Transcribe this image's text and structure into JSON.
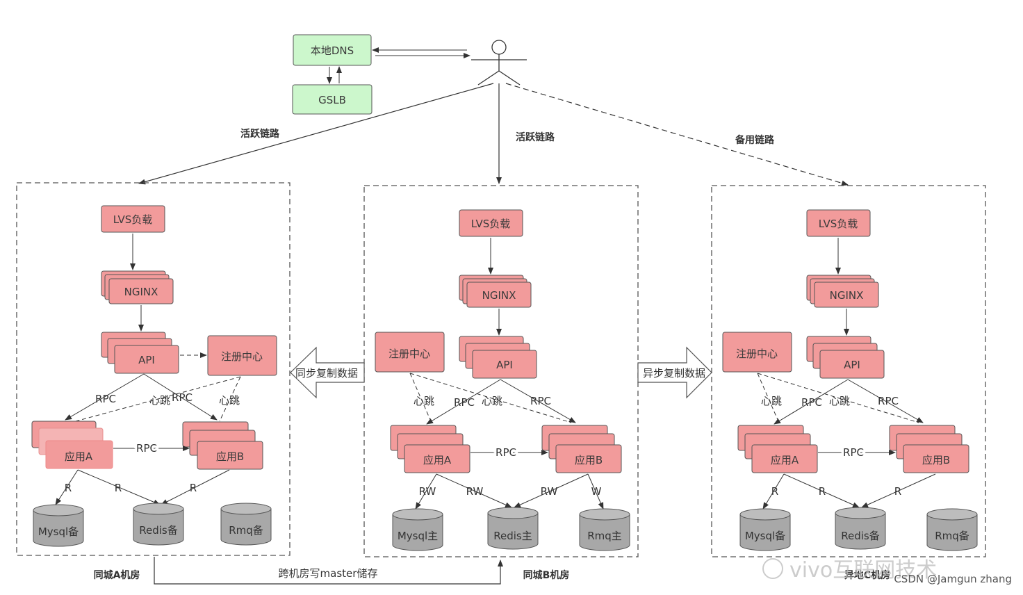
{
  "top": {
    "dns": "本地DNS",
    "gslb": "GSLB",
    "link_a": "活跃链路",
    "link_b": "活跃链路",
    "link_c": "备用链路"
  },
  "sync": {
    "ab": "同步复制数据",
    "bc": "异步复制数据"
  },
  "zones": [
    {
      "label": "同城A机房",
      "lvs": "LVS负载",
      "nginx": "NGINX",
      "api": "API",
      "registry": "注册中心",
      "app_a": "应用A",
      "app_b": "应用B",
      "db1": "Mysql备",
      "db2": "Redis备",
      "db3": "Rmq备",
      "rpc_api_a": "RPC",
      "rpc_api_b": "RPC",
      "hb_a": "心跳",
      "hb_b": "心跳",
      "rpc_ab": "RPC",
      "r1": "R",
      "r2": "R",
      "r3": "R"
    },
    {
      "label": "同城B机房",
      "lvs": "LVS负载",
      "nginx": "NGINX",
      "api": "API",
      "registry": "注册中心",
      "app_a": "应用A",
      "app_b": "应用B",
      "db1": "Mysql主",
      "db2": "Redis主",
      "db3": "Rmq主",
      "rpc_api_a": "RPC",
      "rpc_api_b": "RPC",
      "hb_a": "心跳",
      "hb_b": "心跳",
      "rpc_ab": "RPC",
      "r1": "RW",
      "r2": "RW",
      "r3": "RW",
      "r4": "W"
    },
    {
      "label": "异地C机房",
      "lvs": "LVS负载",
      "nginx": "NGINX",
      "api": "API",
      "registry": "注册中心",
      "app_a": "应用A",
      "app_b": "应用B",
      "db1": "Mysql备",
      "db2": "Redis备",
      "db3": "Rmq备",
      "rpc_api_a": "RPC",
      "rpc_api_b": "RPC",
      "hb_a": "心跳",
      "hb_b": "心跳",
      "rpc_ab": "RPC",
      "r1": "R",
      "r2": "R",
      "r3": "R"
    }
  ],
  "bottom": {
    "cross": "跨机房写master储存"
  },
  "watermark": {
    "brand": "vivo互联网技术",
    "credit": "CSDN @Jamgun zhang"
  }
}
